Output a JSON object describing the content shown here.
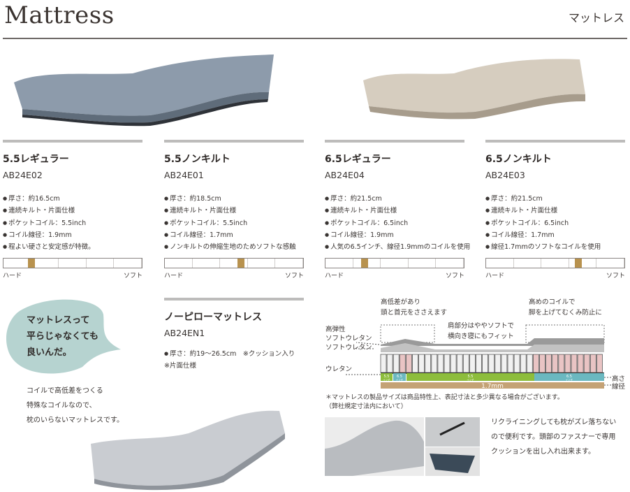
{
  "header": {
    "title": "Mattress",
    "title_ja": "マットレス"
  },
  "scale_labels": {
    "hard": "ハード",
    "soft": "ソフト"
  },
  "accent_color": "#b8924e",
  "products": [
    {
      "name": "5.5レギュラー",
      "code": "AB24E02",
      "specs": [
        "厚さ：約16.5cm",
        "連続キルト・片面仕様",
        "ポケットコイル：5.5inch",
        "コイル線径：1.9mm",
        "程よい硬さと安定感が特徴。"
      ],
      "firmness": 0.2
    },
    {
      "name": "5.5ノンキルト",
      "code": "AB24E01",
      "specs": [
        "厚さ：約18.5cm",
        "連続キルト・片面仕様",
        "ポケットコイル：5.5inch",
        "コイル線径：1.7mm",
        "ノンキルトの伸縮生地のためソフトな感触"
      ],
      "firmness": 0.55
    },
    {
      "name": "6.5レギュラー",
      "code": "AB24E04",
      "specs": [
        "厚さ：約21.5cm",
        "連続キルト・片面仕様",
        "ポケットコイル：6.5inch",
        "コイル線径：1.9mm",
        "人気の6.5インチ、線径1.9mmのコイルを使用"
      ],
      "firmness": 0.285
    },
    {
      "name": "6.5ノンキルト",
      "code": "AB24E03",
      "specs": [
        "厚さ：約21.5cm",
        "連続キルト・片面仕様",
        "ポケットコイル：6.5inch",
        "コイル線径：1.7mm",
        "線径1.7mmのソフトなコイルを使用"
      ],
      "firmness": 0.665
    }
  ],
  "bubble": {
    "lines": [
      "マットレスって",
      "平らじゃなくても",
      "良いんだ。"
    ]
  },
  "intro": {
    "lines": [
      "コイルで高低差をつくる",
      "特殊なコイルなので、",
      "枕のいらないマットレスです。"
    ]
  },
  "no_pillow": {
    "name": "ノーピローマットレス",
    "code": "AB24EN1",
    "spec": "厚さ：約19〜26.5cm　※クッション入り",
    "note": "※片面仕様"
  },
  "diagram": {
    "callout_head": [
      "高低差があり",
      "頭と首元をささえます"
    ],
    "callout_shoulder": [
      "肩部分はややソフトで",
      "横向き寝にもフィット"
    ],
    "callout_legs": [
      "高めのコイルで",
      "脚を上げてむくみ防止に"
    ],
    "layers": [
      "高弾性",
      "ソフトウレタン",
      "ソフトウレタン",
      "ウレタン"
    ],
    "segments": [
      {
        "label": "5.5",
        "sub": "インチ",
        "color": "#8dbd3c"
      },
      {
        "label": "6.5",
        "sub": "インチ",
        "color": "#6bb8c0"
      },
      {
        "label": "5.5",
        "sub": "インチ",
        "color": "#8dbd3c"
      },
      {
        "label": "6.5",
        "sub": "インチ",
        "color": "#6bb8c0"
      }
    ],
    "wire": "1.7mm",
    "height_label": "高さ",
    "wire_label": "線径",
    "note": [
      "＊マットレスの製品サイズは商品特性上、表記寸法と多少異なる場合がございます。",
      "（弊社規定寸法内において）"
    ]
  },
  "photo_caption": [
    "リクライニングしても枕がズレ落ちない",
    "ので便利です。頭部のファスナーで専用",
    "クッションを出し入れ出来ます。"
  ]
}
